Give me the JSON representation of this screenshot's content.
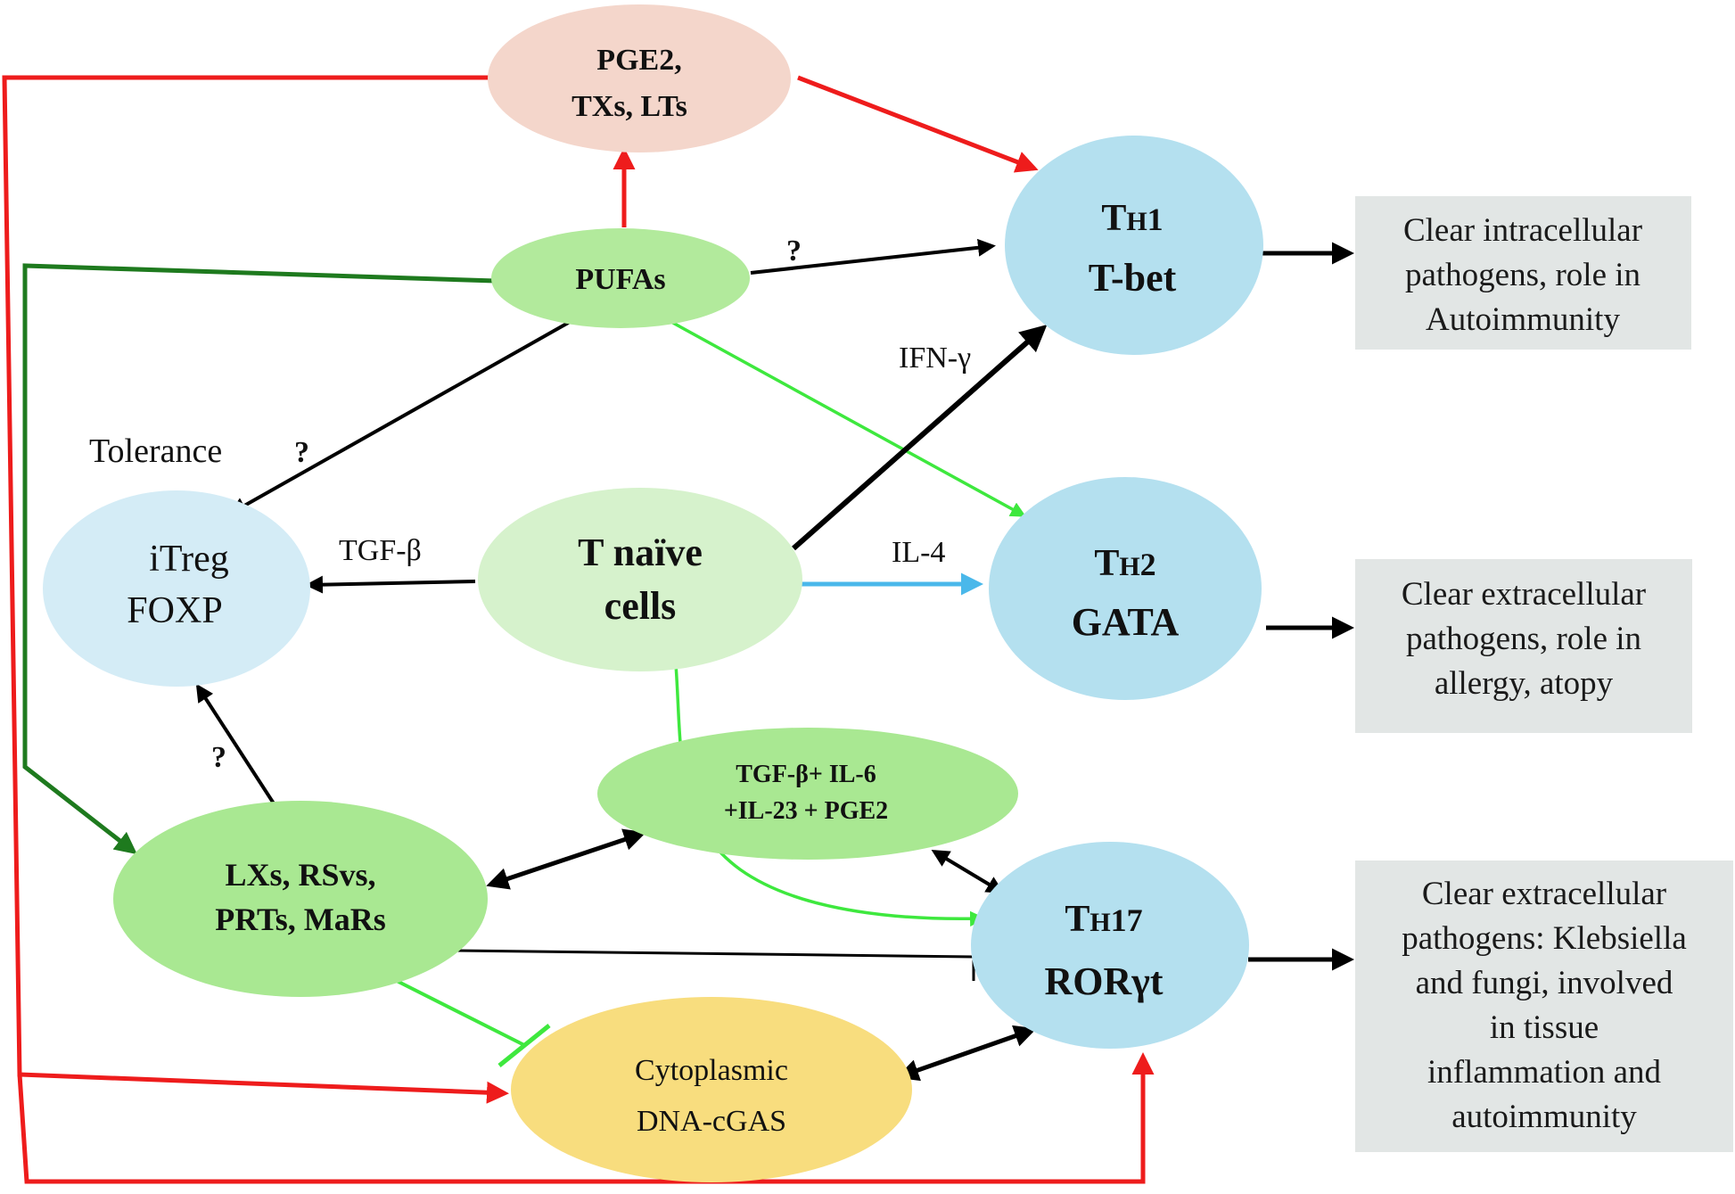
{
  "nodes": {
    "prostanoids": {
      "line1": "PGE",
      "line1_sub": "2",
      "line1_tail": ",",
      "line2": "TXs, LTs"
    },
    "pufas": {
      "label": "PUFAs"
    },
    "th1": {
      "prefix": "T",
      "sub": "H",
      "num": "1",
      "line2": "T-bet"
    },
    "th2": {
      "prefix": "T",
      "sub": "H",
      "num": "2",
      "line2": "GATA"
    },
    "th17": {
      "prefix": "T",
      "sub": "H",
      "num": "17",
      "line2": "RORγt"
    },
    "itreg": {
      "line1": "iTreg",
      "line2": "FOXP"
    },
    "tnaive": {
      "line1": "T naïve",
      "line2": "cells"
    },
    "cytokine_mix": {
      "line1": "TGF-β+ IL-6",
      "line2": "+IL-23 + PGE2"
    },
    "spms": {
      "line1": "LXs, RSvs,",
      "line2": "PRTs, MaRs"
    },
    "cgas": {
      "line1": "Cytoplasmic",
      "line2": "DNA-cGAS"
    }
  },
  "labels": {
    "tolerance": "Tolerance",
    "q_pufa_th1": "?",
    "q_pufa_itreg": "?",
    "q_itreg_spm": "?",
    "ifn_gamma": "IFN-γ",
    "tgf_beta": "TGF-β",
    "il4": "IL-4"
  },
  "outcomes": {
    "th1": [
      "Clear intracellular",
      "pathogens, role in",
      "Autoimmunity"
    ],
    "th2": [
      "Clear extracellular",
      "pathogens, role in",
      "allergy, atopy"
    ],
    "th17": [
      "Clear extracellular",
      "pathogens: Klebsiella",
      "and fungi, involved",
      "in tissue",
      "inflammation and",
      "autoimmunity"
    ]
  },
  "colors": {
    "red": "#ee1c1c",
    "dark_green": "#1e7a1e",
    "light_green": "#3ee83e",
    "blue_arrow": "#4ab8ea",
    "th_blue": "#b4e0ef",
    "itreg_blue": "#d4ecf6",
    "naive_green": "#d6f2cc",
    "pufa_green": "#b2ea9c",
    "spm_green": "#a9e892",
    "pink": "#f4d6cb",
    "yellow": "#f8dd7e",
    "outcome_gray": "#e2e6e5"
  }
}
